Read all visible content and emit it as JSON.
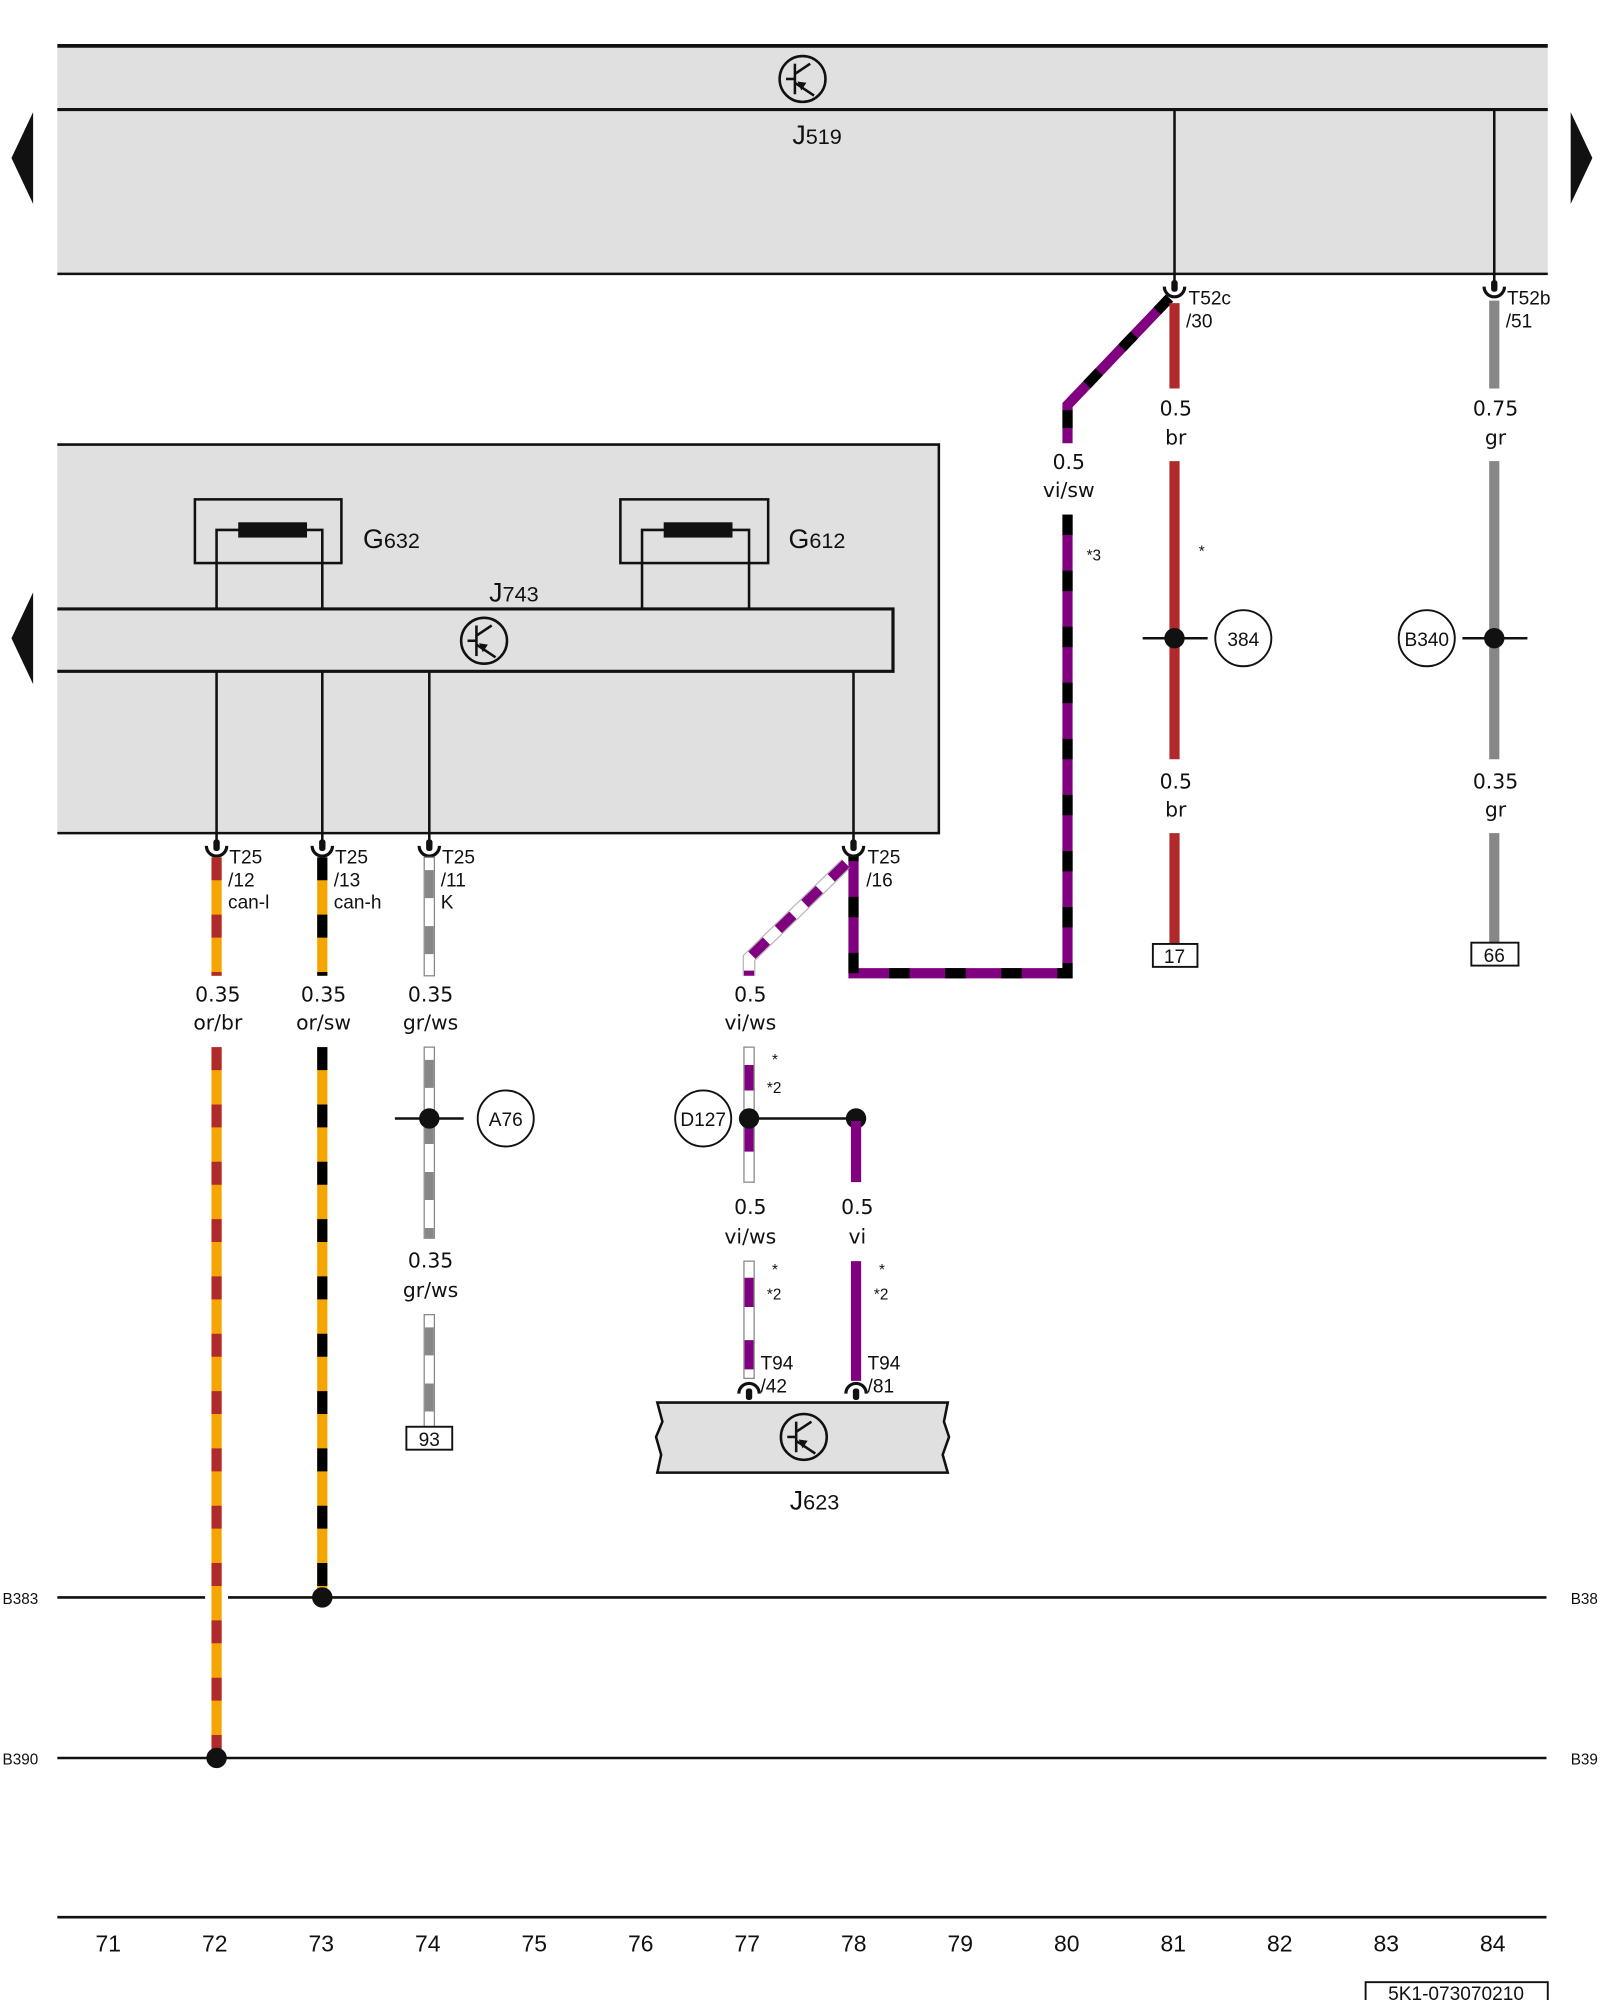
{
  "diagram": {
    "components": {
      "J519": {
        "letter": "J",
        "number": "519"
      },
      "J743": {
        "letter": "J",
        "number": "743"
      },
      "J623": {
        "letter": "J",
        "number": "623"
      },
      "G632": {
        "letter": "G",
        "number": "632"
      },
      "G612": {
        "letter": "G",
        "number": "612"
      }
    },
    "connectors": {
      "T52c_30": {
        "line1": "T52c",
        "line2": "/30"
      },
      "T52b_51": {
        "line1": "T52b",
        "line2": "/51"
      },
      "T25_12": {
        "line1": "T25",
        "line2": "/12",
        "line3": "can-l"
      },
      "T25_13": {
        "line1": "T25",
        "line2": "/13",
        "line3": "can-h"
      },
      "T25_11": {
        "line1": "T25",
        "line2": "/11",
        "line3": "K"
      },
      "T25_16": {
        "line1": "T25",
        "line2": "/16"
      },
      "T94_42": {
        "line1": "T94",
        "line2": "/42"
      },
      "T94_81": {
        "line1": "T94",
        "line2": "/81"
      }
    },
    "wires": {
      "or_br": {
        "size": "0.35",
        "color": "or/br"
      },
      "or_sw": {
        "size": "0.35",
        "color": "or/sw"
      },
      "gr_ws_1": {
        "size": "0.35",
        "color": "gr/ws"
      },
      "gr_ws_2": {
        "size": "0.35",
        "color": "gr/ws"
      },
      "vi_ws_1": {
        "size": "0.5",
        "color": "vi/ws"
      },
      "vi_ws_2": {
        "size": "0.5",
        "color": "vi/ws"
      },
      "vi": {
        "size": "0.5",
        "color": "vi"
      },
      "vi_sw": {
        "size": "0.5",
        "color": "vi/sw"
      },
      "br_1": {
        "size": "0.5",
        "color": "br"
      },
      "br_2": {
        "size": "0.5",
        "color": "br"
      },
      "gr_1": {
        "size": "0.75",
        "color": "gr"
      },
      "gr_2": {
        "size": "0.35",
        "color": "gr"
      }
    },
    "notes": {
      "star": "*",
      "star2": "*2",
      "star3": "*3"
    },
    "splices": {
      "s384": "384",
      "B340": "B340",
      "A76": "A76",
      "D127": "D127"
    },
    "terminals": {
      "t17": "17",
      "t66": "66",
      "t93": "93"
    },
    "bus_lines": {
      "B383_left": "B383",
      "B383_right": "B38",
      "B390_left": "B390",
      "B390_right": "B39"
    },
    "column_numbers": [
      "71",
      "72",
      "73",
      "74",
      "75",
      "76",
      "77",
      "78",
      "79",
      "80",
      "81",
      "82",
      "83",
      "84"
    ],
    "document_code": "5K1-073070210",
    "wire_colors": {
      "orange": "#f5a500",
      "brown": "#b02a2c",
      "black": "#000000",
      "grey": "#878787",
      "white": "#ffffff",
      "violet": "#800080",
      "box_fill": "#e0e0e0"
    }
  }
}
